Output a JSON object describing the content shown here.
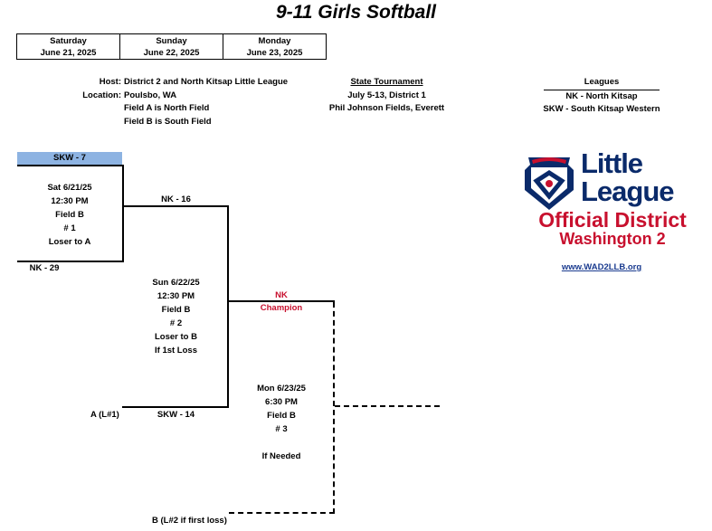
{
  "title": "9-11 Girls Softball",
  "dates": [
    {
      "day": "Saturday",
      "date": "June 21, 2025"
    },
    {
      "day": "Sunday",
      "date": "June 22, 2025"
    },
    {
      "day": "Monday",
      "date": "June 23, 2025"
    }
  ],
  "host": {
    "host_label": "Host:",
    "host_value": "District 2 and North Kitsap Little League",
    "location_label": "Location:",
    "location_value": "Poulsbo, WA",
    "field_a": "Field A is North Field",
    "field_b": "Field B is South Field"
  },
  "state": {
    "heading": "State Tournament",
    "line1": "July 5-13, District 1",
    "line2": "Phil Johnson Fields, Everett"
  },
  "leagues": {
    "heading": "Leagues",
    "nk": "NK - North Kitsap",
    "skw": "SKW - South Kitsap Western"
  },
  "logo": {
    "word1": "Little",
    "word2": "League",
    "line3": "Official District",
    "line4": "Washington 2",
    "url": "www.WAD2LLB.org",
    "colors": {
      "navy": "#0a2a6a",
      "red": "#c8102e"
    }
  },
  "bracket": {
    "game1": {
      "team_top": "SKW  - 7",
      "team_bottom": "NK - 29",
      "date": "Sat 6/21/25",
      "time": "12:30 PM",
      "field": "Field B",
      "num": "# 1",
      "note": "Loser to A"
    },
    "game2": {
      "team_top": "NK - 16",
      "team_bottom": "SKW  - 14",
      "bottom_label": "A (L#1)",
      "date": "Sun 6/22/25",
      "time": "12:30 PM",
      "field": "Field B",
      "num": "# 2",
      "note1": "Loser to B",
      "note2": "If 1st Loss"
    },
    "champion": {
      "team": "NK",
      "label": "Champion"
    },
    "game3": {
      "date": "Mon 6/23/25",
      "time": "6:30 PM",
      "field": "Field B",
      "num": "# 3",
      "note": "If Needed",
      "bottom_label": "B (L#2 if first loss)"
    }
  }
}
